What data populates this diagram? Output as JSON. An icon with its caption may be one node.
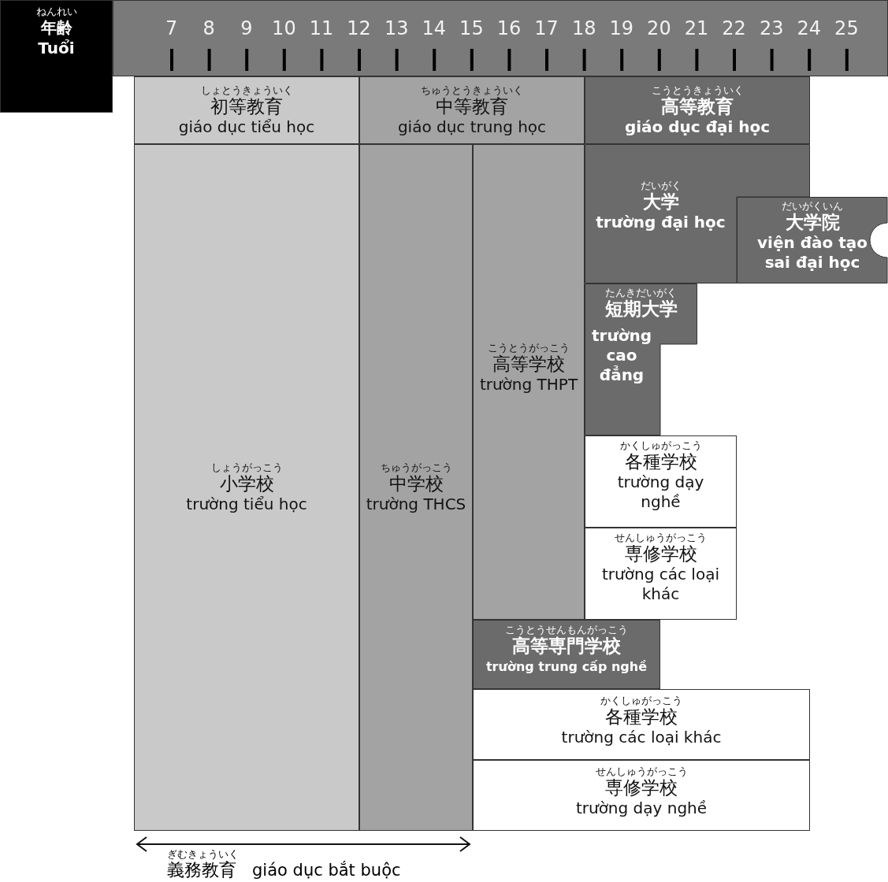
{
  "diagram": {
    "nodes": [
      {
        "text": [
          "ねんれい",
          "年齢",
          "Tuổi"
        ]
      },
      {
        "text": [
          "しょとうきょういく",
          "初等教育",
          "giáo dục tiểu học"
        ]
      },
      {
        "text": [
          "ちゅうとうきょういく",
          "中等教育",
          "giáo dục trung học"
        ]
      },
      {
        "text": [
          "こうとうきょういく",
          "高等教育",
          "giáo dục đại học"
        ]
      },
      {
        "text": [
          "しょうがっこう",
          "小学校",
          "trường tiểu học"
        ]
      },
      {
        "text": [
          "ちゅうがっこう",
          "中学校",
          "trường THCS"
        ]
      },
      {
        "text": [
          "こうとうがっこう",
          "高等学校",
          "trường THPT"
        ]
      },
      {
        "text": [
          "だいがく",
          "大学",
          "trường đại học"
        ]
      },
      {
        "text": [
          "だいがくいん",
          "大学院",
          "viện đào tạo sai đại học"
        ]
      },
      {
        "text": [
          "たんきだいがく",
          "短期大学",
          "trường cao đẳng"
        ]
      },
      {
        "text": [
          "かくしゅがっこう",
          "各種学校",
          "trường dạy nghề"
        ]
      },
      {
        "text": [
          "せんしゅうがっこう",
          "専修学校",
          "trường các loại khác"
        ]
      },
      {
        "text": [
          "こうとうせんもんがっこう",
          "高等専門学校",
          "trường trung cấp nghề"
        ]
      },
      {
        "text": [
          "かくしゅがっこう",
          "各種学校",
          "trường các loại khác"
        ]
      },
      {
        "text": [
          "せんしゅうがっこう",
          "専修学校",
          "trường dạy nghề"
        ]
      }
    ],
    "edges": [],
    "labels": [
      "7",
      "8",
      "9",
      "10",
      "11",
      "12",
      "13",
      "14",
      "15",
      "16",
      "17",
      "18",
      "19",
      "20",
      "21",
      "22",
      "23",
      "24",
      "25",
      "ぎむきょういく",
      "義務教育",
      "giáo dục bắt buộc"
    ]
  }
}
